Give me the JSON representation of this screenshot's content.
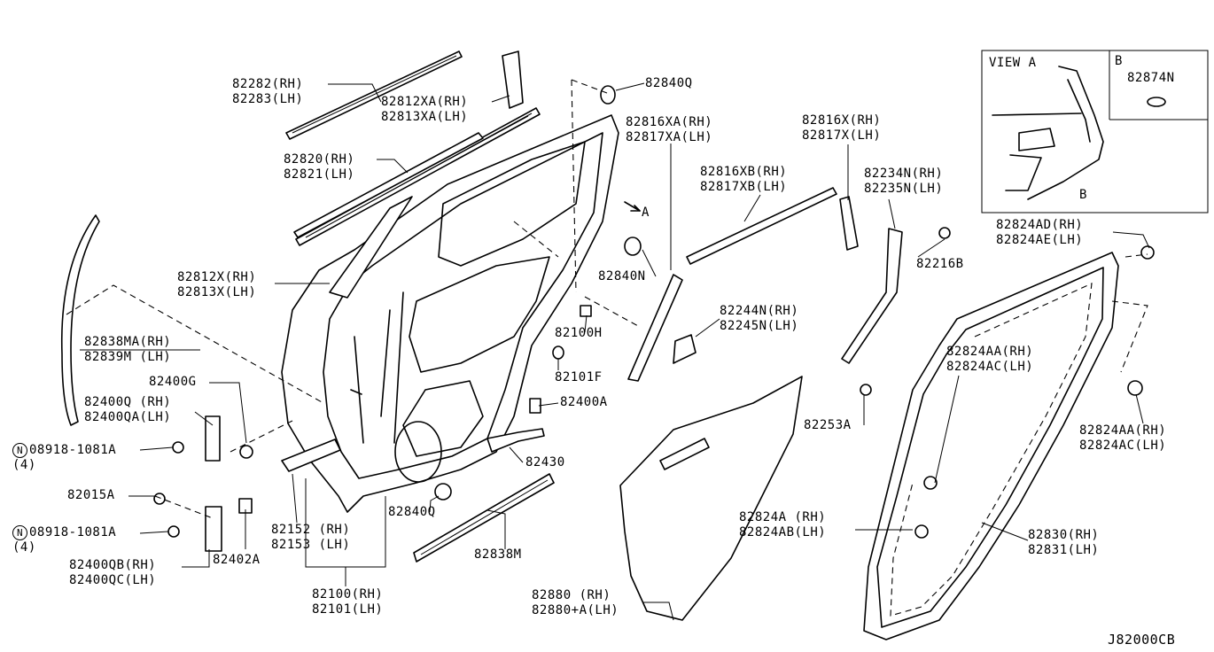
{
  "diagram_code": "J82000CB",
  "inset": {
    "view_label": "VIEW A",
    "callout_b": "B",
    "callout_b_part": "82874N",
    "pointer_b": "B"
  },
  "arrow_a": "A",
  "circle_n": "N",
  "labels": {
    "p82282": "82282(RH)\n82283(LH)",
    "p82812xa": "82812XA(RH)\n82813XA(LH)",
    "p82840q_top": "82840Q",
    "p82820": "82820(RH)\n82821(LH)",
    "p82816xa": "82816XA(RH)\n82817XA(LH)",
    "p82816x": "82816X(RH)\n82817X(LH)",
    "p82816xb": "82816XB(RH)\n82817XB(LH)",
    "p82234n": "82234N(RH)\n82235N(LH)",
    "p82216b": "82216B",
    "p82824ad": "82824AD(RH)\n82824AE(LH)",
    "p82812x": "82812X(RH)\n82813X(LH)",
    "p82840n": "82840N",
    "p82244n": "82244N(RH)\n82245N(LH)",
    "p82838ma": "82838MA(RH)\n82839M (LH)",
    "p82100h": "82100H",
    "p82824aa_mid": "82824AA(RH)\n82824AC(LH)",
    "p82101f": "82101F",
    "p82400g": "82400G",
    "p82400q": "82400Q (RH)\n82400QA(LH)",
    "p82400a": "82400A",
    "p82253a": "82253A",
    "p82824aa_right": "82824AA(RH)\n82824AC(LH)",
    "p08918_1": "08918-1081A\n(4)",
    "p82430": "82430",
    "p82015a": "82015A",
    "p82840q_bottom": "82840Q",
    "p82152": "82152 (RH)\n82153 (LH)",
    "p82824a": "82824A (RH)\n82824AB(LH)",
    "p08918_2": "08918-1081A\n(4)",
    "p82838m": "82838M",
    "p82830": "82830(RH)\n82831(LH)",
    "p82400qb": "82400QB(RH)\n82400QC(LH)",
    "p82402a": "82402A",
    "p82100": "82100(RH)\n82101(LH)",
    "p82880": "82880 (RH)\n82880+A(LH)"
  }
}
